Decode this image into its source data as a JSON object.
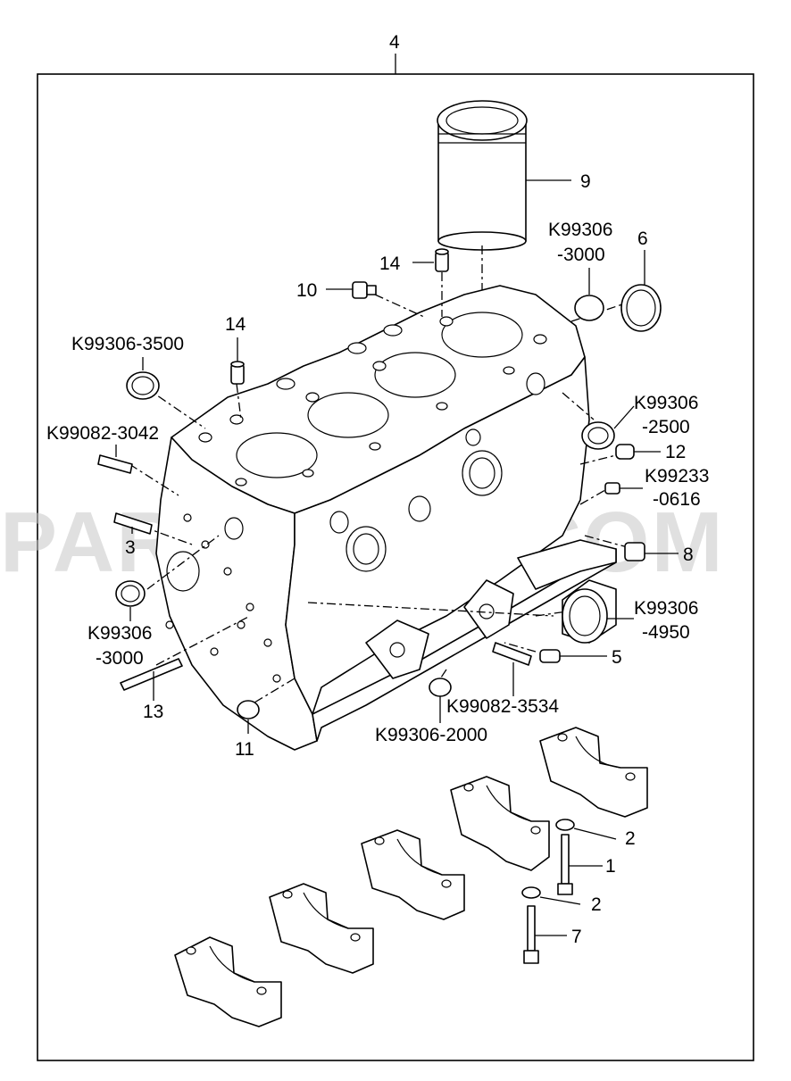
{
  "watermark": "PARTSOUQ.COM",
  "callouts": {
    "c4": "4",
    "c9": "9",
    "k_3000_top": "K99306",
    "k_3000_top_b": "-3000",
    "c6": "6",
    "c14a": "14",
    "c10": "10",
    "k_3500": "K99306-3500",
    "c14b": "14",
    "k_2500": "K99306",
    "k_2500_b": "-2500",
    "k_3042": "K99082-3042",
    "c12": "12",
    "k_0616": "K99233",
    "k_0616_b": "-0616",
    "c3": "3",
    "c8": "8",
    "k_3000_left": "K99306",
    "k_3000_left_b": "-3000",
    "k_4950": "K99306",
    "k_4950_b": "-4950",
    "c5": "5",
    "c13": "13",
    "k_3534": "K99082-3534",
    "k_2000": "K99306-2000",
    "c11": "11",
    "c2a": "2",
    "c1": "1",
    "c2b": "2",
    "c7": "7"
  }
}
